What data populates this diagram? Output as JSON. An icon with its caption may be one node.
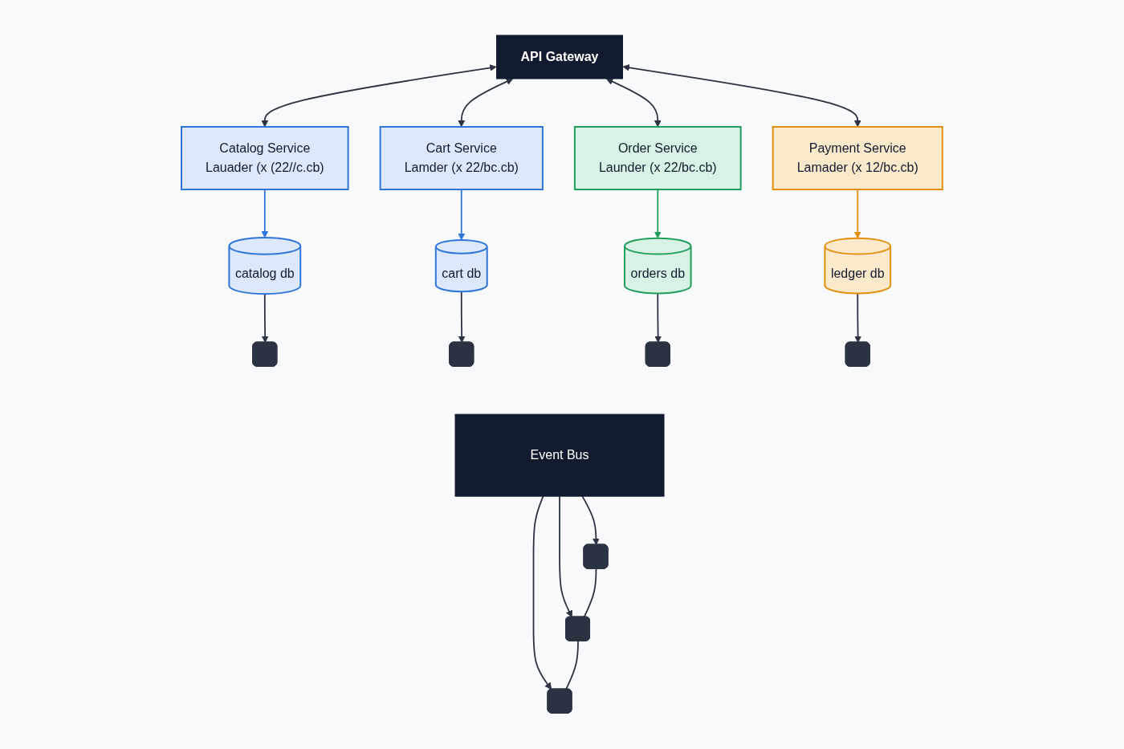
{
  "diagram": {
    "nodes": [
      {
        "text": [
          "API Gateway"
        ]
      },
      {
        "text": [
          "Catalog Service",
          "Lauader (x (22//c.cb)"
        ]
      },
      {
        "text": [
          "Cart Service",
          "Lamder (x 22/bc.cb)"
        ]
      },
      {
        "text": [
          "Order Service",
          "Launder (x 22/bc.cb)"
        ]
      },
      {
        "text": [
          "Payment Service",
          "Lamader (x 12/bc.cb)"
        ]
      },
      {
        "text": [
          "catalog db"
        ]
      },
      {
        "text": [
          "cart db"
        ]
      },
      {
        "text": [
          "orders db"
        ]
      },
      {
        "text": [
          "ledger db"
        ]
      },
      {
        "text": [],
        "shape": "envelope"
      },
      {
        "text": [],
        "shape": "envelope"
      },
      {
        "text": [],
        "shape": "envelope"
      },
      {
        "text": [],
        "shape": "envelope"
      },
      {
        "text": [
          "Event Bus"
        ]
      },
      {
        "text": [],
        "shape": "envelope"
      },
      {
        "text": [],
        "shape": "envelope"
      },
      {
        "text": [],
        "shape": "envelope"
      }
    ],
    "edges": [
      {
        "from": 0,
        "to": 1,
        "arrow": "both"
      },
      {
        "from": 0,
        "to": 2,
        "arrow": "both"
      },
      {
        "from": 0,
        "to": 3,
        "arrow": "both"
      },
      {
        "from": 0,
        "to": 4,
        "arrow": "both"
      },
      {
        "from": 1,
        "to": 5,
        "arrow": "to",
        "color": "#2f74d9"
      },
      {
        "from": 2,
        "to": 6,
        "arrow": "to",
        "color": "#2f74d9"
      },
      {
        "from": 3,
        "to": 7,
        "arrow": "to",
        "color": "#1e9e5a"
      },
      {
        "from": 4,
        "to": 8,
        "arrow": "to",
        "color": "#e3900e"
      },
      {
        "from": 5,
        "to": 9,
        "arrow": "to"
      },
      {
        "from": 6,
        "to": 10,
        "arrow": "to"
      },
      {
        "from": 7,
        "to": 11,
        "arrow": "to"
      },
      {
        "from": 8,
        "to": 12,
        "arrow": "to"
      },
      {
        "from": 13,
        "to": 14,
        "arrow": "to"
      },
      {
        "from": 13,
        "to": 15,
        "arrow": "to"
      },
      {
        "from": 13,
        "to": 16,
        "arrow": "to"
      },
      {
        "from": 14,
        "to": 15,
        "arrow": "none"
      },
      {
        "from": 15,
        "to": 16,
        "arrow": "none"
      }
    ]
  }
}
